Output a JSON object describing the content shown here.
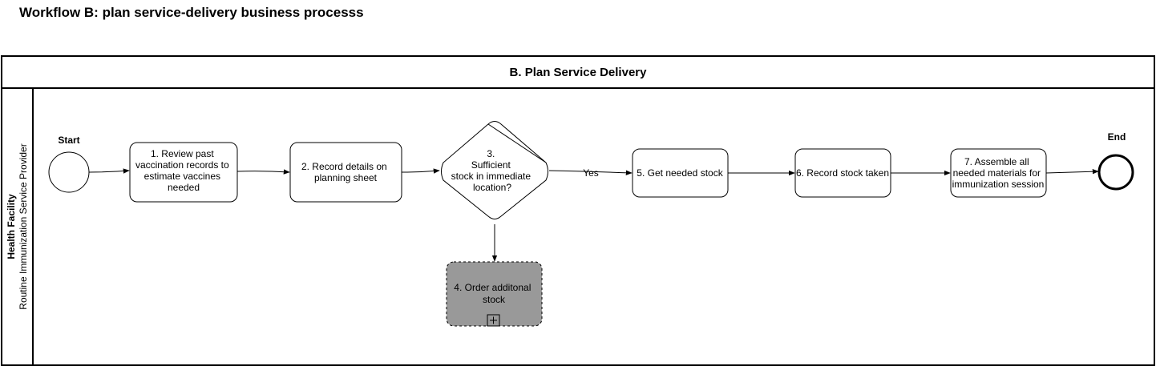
{
  "page": {
    "title": "Workflow B: plan service-delivery business processs"
  },
  "pool": {
    "title": "B. Plan Service Delivery"
  },
  "lane": {
    "title": "Health Facility",
    "subtitle": "Routine Immunization Service Provider"
  },
  "events": {
    "start_label": "Start",
    "end_label": "End"
  },
  "steps": {
    "step1": [
      "1. Review past",
      "vaccination records to",
      "estimate vaccines",
      "needed"
    ],
    "step2": [
      "2. Record details on",
      "planning sheet"
    ],
    "step3": [
      "3.",
      "Sufficient",
      "stock in immediate",
      "location?"
    ],
    "step4": [
      "4. Order additonal",
      "stock"
    ],
    "step5": [
      "5. Get needed stock"
    ],
    "step6": [
      "6. Record stock taken"
    ],
    "step7": [
      "7. Assemble all",
      "needed materials for",
      "immunization session"
    ]
  },
  "edges": {
    "yes_label": "Yes"
  },
  "colors": {
    "subprocess_fill": "#999999",
    "stroke": "#000000"
  }
}
